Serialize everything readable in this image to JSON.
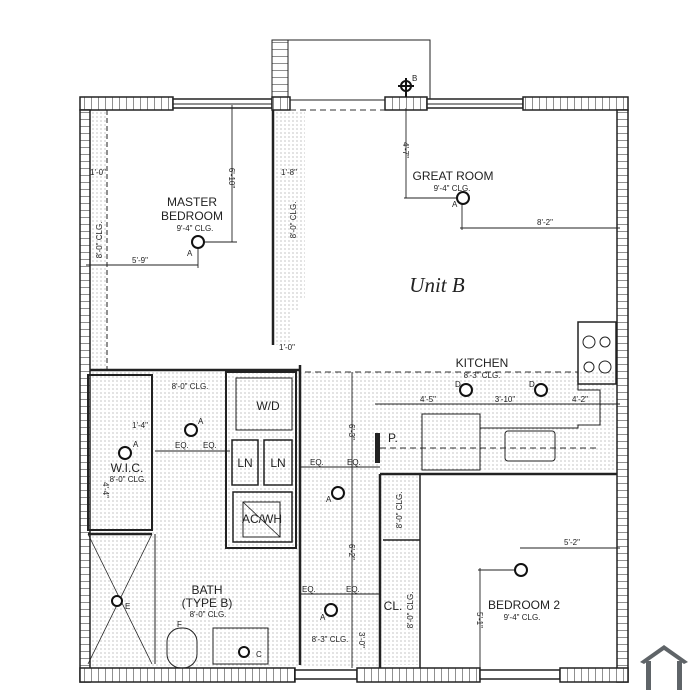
{
  "unit_label": "Unit B",
  "rooms": {
    "master_bedroom": {
      "name_line1": "MASTER",
      "name_line2": "BEDROOM",
      "ceiling": "9'-4\" CLG."
    },
    "great_room": {
      "name": "GREAT ROOM",
      "ceiling": "9'-4\" CLG."
    },
    "kitchen": {
      "name": "KITCHEN",
      "ceiling": "8'-3\" CLG."
    },
    "wic": {
      "name": "W.I.C.",
      "ceiling": "8'-0\" CLG."
    },
    "bath": {
      "name_line1": "BATH",
      "name_line2": "(TYPE B)",
      "ceiling": "8'-0\" CLG."
    },
    "bedroom_2": {
      "name": "BEDROOM 2",
      "ceiling": "9'-4\" CLG."
    },
    "hall_ceiling": "8'-3\" CLG.",
    "laundry_ceiling": "8'-0\" CLG.",
    "closet": "CL.",
    "wd": "W/D",
    "linen_1": "LN",
    "linen_2": "LN",
    "acwh": "AC/WH",
    "pantry": "P."
  },
  "soffits": {
    "mb_left": "8'-0\" CLG.",
    "center": "8'-0\" CLG.",
    "br2_closet_upper": "8'-0\" CLG.",
    "br2_closet_lower": "8'-0\" CLG."
  },
  "dimensions": {
    "mb_soffit_width": "1'-0\"",
    "mb_vertical": "6'-10\"",
    "mb_horizontal": "5'-9\"",
    "center_soffit_width": "1'-8\"",
    "center_soffit_lower": "1'-0\"",
    "gr_vertical": "4'-7\"",
    "gr_horizontal": "8'-2\"",
    "kitchen_1": "4'-5\"",
    "kitchen_2": "3'-10\"",
    "kitchen_3": "4'-2\"",
    "hall_vertical_1": "6'-3\"",
    "hall_vertical_2": "6'-2\"",
    "hall_vertical_3": "3'-0\"",
    "wic_1": "1'-4\"",
    "wic_2": "4'-4\"",
    "br2_horizontal": "5'-2\"",
    "br2_vertical": "5'-1\"",
    "eq": "EQ."
  },
  "fixture_tags": {
    "a": "A",
    "b": "B",
    "c": "C",
    "d": "D",
    "e": "E",
    "f": "F"
  },
  "colors": {
    "line": "#222222",
    "logo": "#5f6468"
  }
}
